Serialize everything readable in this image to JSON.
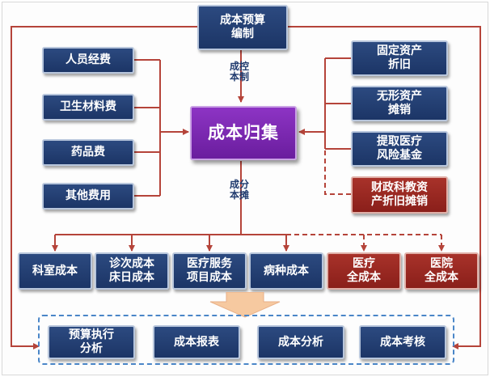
{
  "top": {
    "budget": "成本预算\n编制"
  },
  "labels": {
    "control": "成控\n本制",
    "allocate": "成分\n本摊"
  },
  "center": {
    "title": "成本归集"
  },
  "left_inputs": [
    "人员经费",
    "卫生材料费",
    "药品费",
    "其他费用"
  ],
  "right_inputs": [
    "固定资产\n折旧",
    "无形资产\n摊销",
    "提取医疗\n风险基金",
    "财政科教资\n产折旧摊销"
  ],
  "outputs": [
    "科室成本",
    "诊次成本\n床日成本",
    "医疗服务\n项目成本",
    "病种成本",
    "医疗\n全成本",
    "医院\n全成本"
  ],
  "results": [
    "预算执行\n分析",
    "成本报表",
    "成本分析",
    "成本考核"
  ],
  "colors": {
    "blue_box": "#1f3a6e",
    "red_box": "#8a1f1a",
    "center_box": "#7b2bb0",
    "line": "#b5443a",
    "dashed_frame": "#4a86c8",
    "big_arrow": "#f6c9a0"
  }
}
